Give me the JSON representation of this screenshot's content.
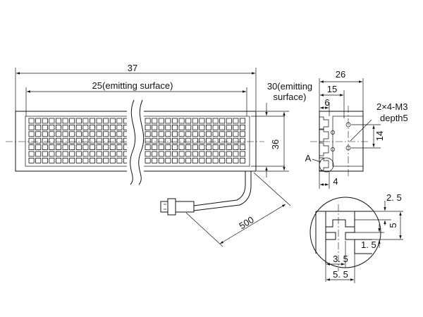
{
  "drawing": {
    "front_view": {
      "overall_length": "37",
      "emitting_length": "25(emitting surface)",
      "emitting_width": [
        "30(emitting",
        "surface)"
      ],
      "height": "36",
      "cable_length": "500"
    },
    "side_view": {
      "width": "26",
      "offset_15": "15",
      "offset_6": "6",
      "mount_spacing": "14",
      "bottom_offset": "4",
      "thread_note": [
        "2×4-M3",
        "depth5"
      ],
      "detail_label": "A"
    },
    "detail_a": {
      "slot_top": "2. 5",
      "slot_height": "5",
      "lip": "1. 5",
      "inner_width": "3. 5",
      "outer_width": "5. 5"
    }
  }
}
